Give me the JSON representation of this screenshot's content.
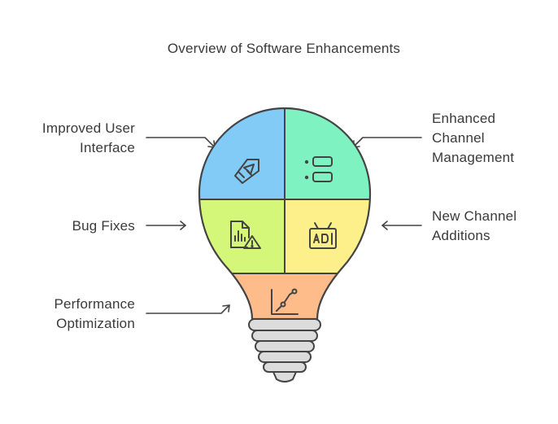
{
  "title": "Overview of Software Enhancements",
  "labels": {
    "improved_ui": {
      "line1": "Improved User",
      "line2": "Interface"
    },
    "enhanced_channel": {
      "line1": "Enhanced",
      "line2": "Channel",
      "line3": "Management"
    },
    "bug_fixes": {
      "line1": "Bug Fixes"
    },
    "new_channel": {
      "line1": "New Channel",
      "line2": "Additions"
    },
    "performance": {
      "line1": "Performance",
      "line2": "Optimization"
    }
  },
  "icons": {
    "improved_ui": "cursor-click-icon",
    "enhanced_channel": "list-icon",
    "bug_fixes": "bug-report-warning-icon",
    "new_channel": "ad-tv-icon",
    "performance": "line-chart-icon"
  },
  "colors": {
    "blue": "#82cbf7",
    "green": "#7ff2c2",
    "lime": "#d5f779",
    "yellow": "#fdf08b",
    "orange": "#fdbc8a",
    "base": "#dcdcdc",
    "outline": "#444444",
    "text": "#3a3a3a"
  }
}
